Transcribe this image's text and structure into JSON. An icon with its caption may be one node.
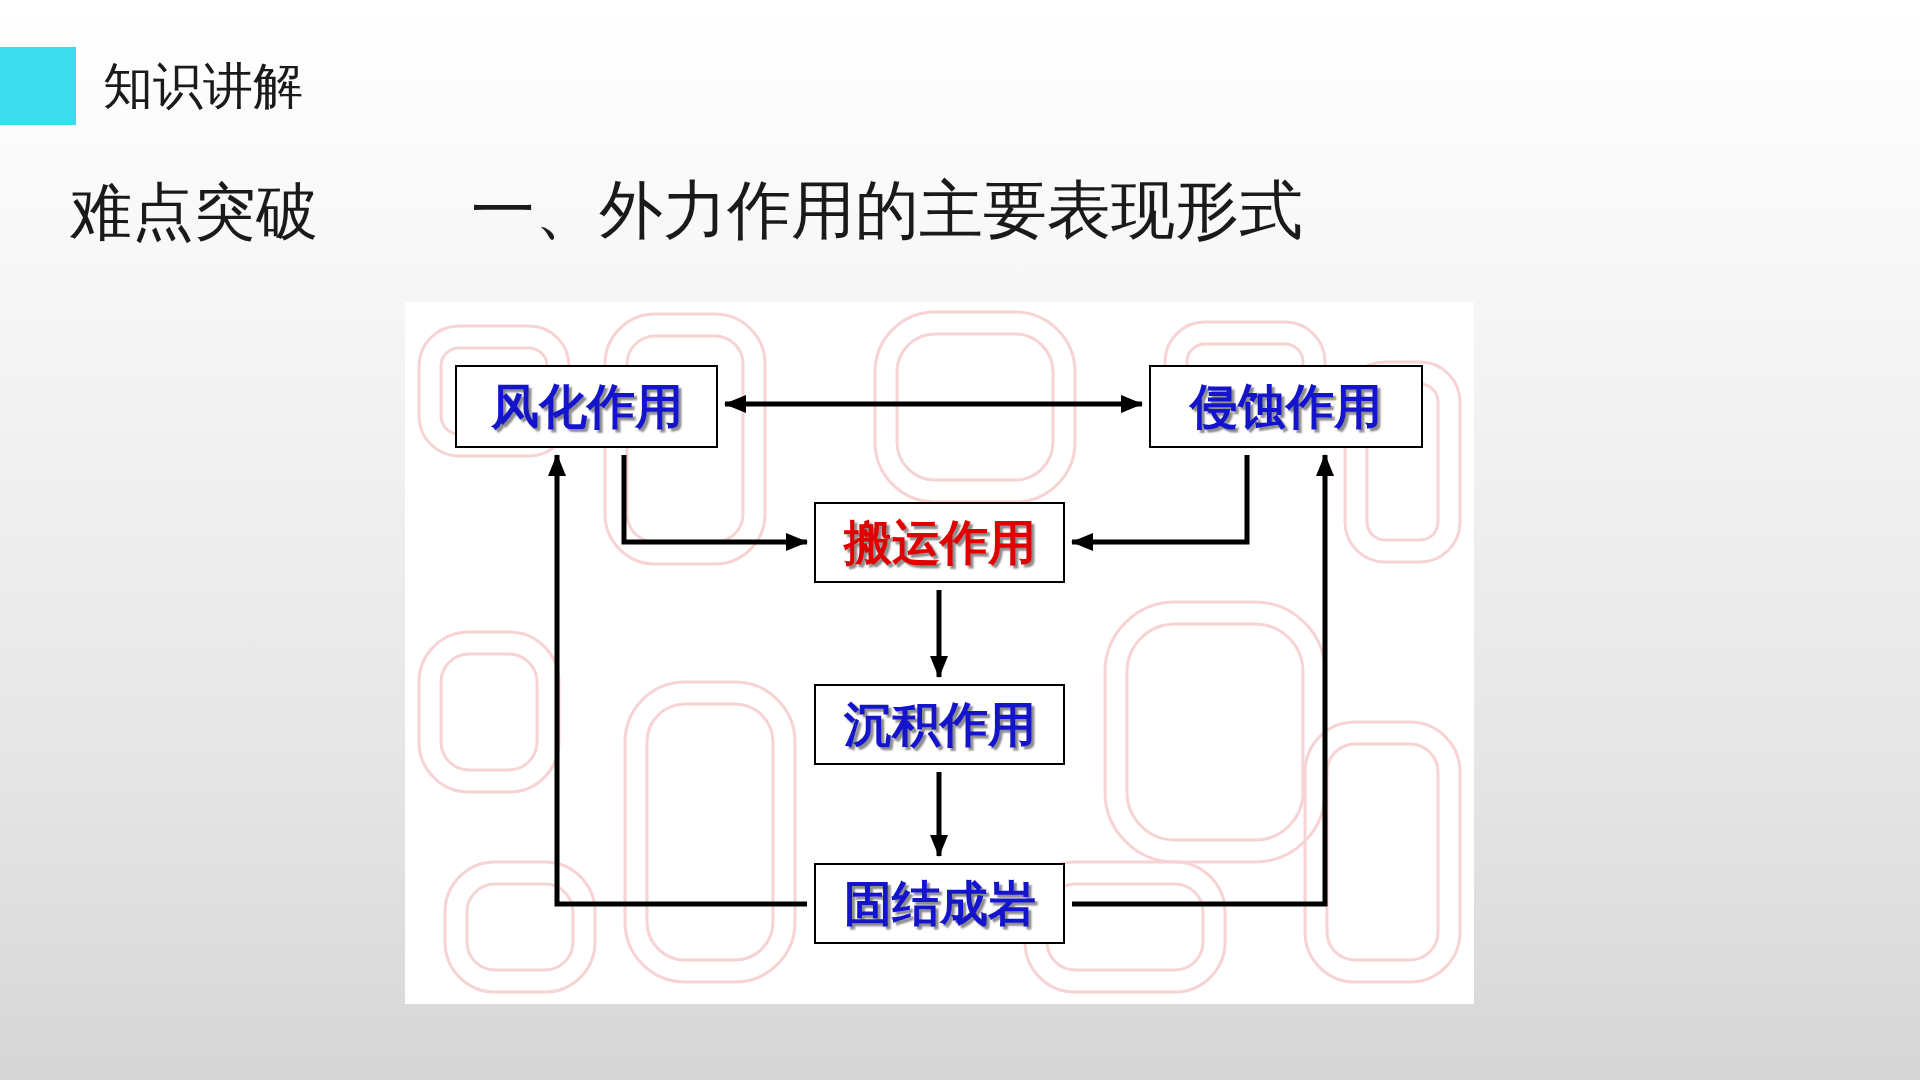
{
  "diagram": {
    "title": "一、外力作用的主要表现形式",
    "nodes": [
      {
        "text": [
          "风化作用"
        ]
      },
      {
        "text": [
          "侵蚀作用"
        ]
      },
      {
        "text": [
          "搬运作用"
        ]
      },
      {
        "text": [
          "沉积作用"
        ]
      },
      {
        "text": [
          "固结成岩"
        ]
      }
    ],
    "edges": [
      {
        "from": 0,
        "to": 1,
        "arrow": "both"
      },
      {
        "from": 0,
        "to": 2,
        "arrow": "to"
      },
      {
        "from": 1,
        "to": 2,
        "arrow": "to"
      },
      {
        "from": 2,
        "to": 3,
        "arrow": "to"
      },
      {
        "from": 3,
        "to": 4,
        "arrow": "to"
      },
      {
        "from": 4,
        "to": 0,
        "arrow": "to"
      },
      {
        "from": 4,
        "to": 1,
        "arrow": "to"
      }
    ],
    "labels": [
      "知识讲解",
      "难点突破"
    ]
  }
}
